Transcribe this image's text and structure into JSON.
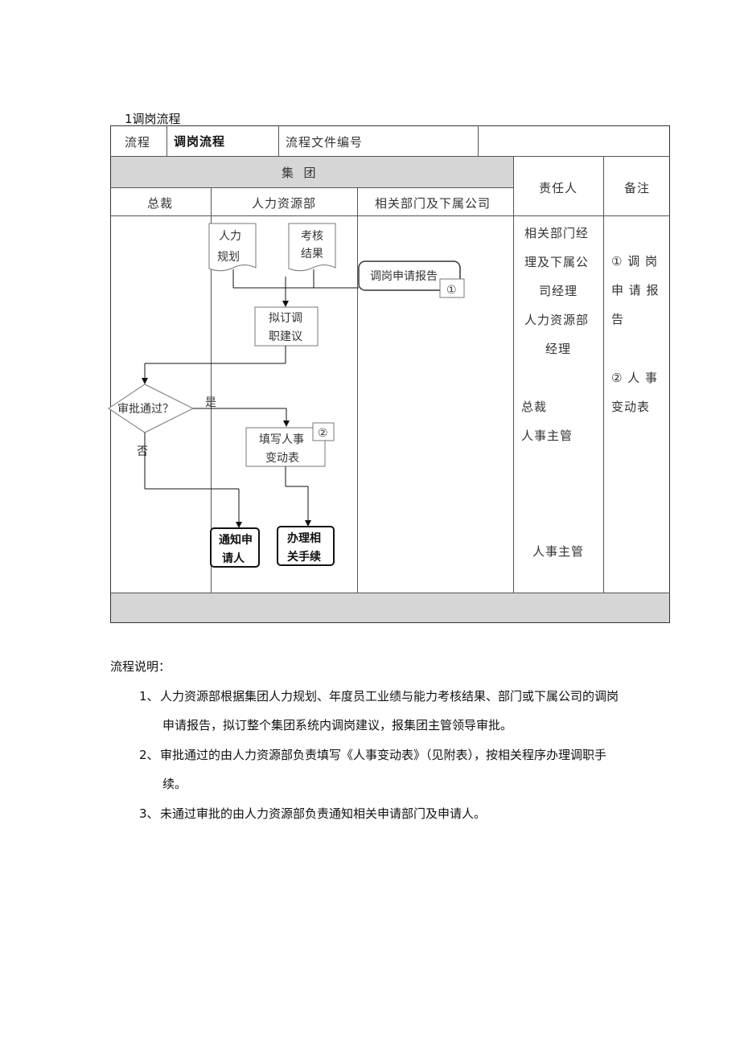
{
  "section_title": "1调岗流程",
  "header": {
    "flow_label": "流程",
    "flow_name": "调岗流程",
    "doc_no_label": "流程文件编号"
  },
  "columns": {
    "group": "集  团",
    "ceo": "总裁",
    "hr": "人力资源部",
    "dept": "相关部门及下属公司",
    "responsible": "责任人",
    "remarks": "备注"
  },
  "flow": {
    "doc_hr_plan": [
      "人力",
      "规划"
    ],
    "doc_assess": [
      "考核",
      "结果"
    ],
    "apply_report": "调岗申请报告",
    "apply_report_no": "①",
    "draft": [
      "拟订调",
      "职建议"
    ],
    "decision": "审批通过？",
    "yes": "是",
    "no": "否",
    "fill_form": [
      "填写人事",
      "变动表"
    ],
    "fill_form_no": "②",
    "notify": [
      "通知申",
      "请人"
    ],
    "handle": [
      "办理相",
      "关手续"
    ]
  },
  "responsible": {
    "r1": [
      "相关部门经",
      "理及下属公",
      "司经理",
      "人力资源部",
      "经理"
    ],
    "r2": [
      "总裁",
      "人事主管"
    ],
    "r3": "人事主管"
  },
  "remarks": {
    "m1": [
      "① 调 岗",
      "申 请 报",
      "告"
    ],
    "m2": [
      "② 人 事",
      "变动表"
    ]
  },
  "description": {
    "title": "流程说明：",
    "items": [
      {
        "no": "1、",
        "lines": [
          "人力资源部根据集团人力规划、年度员工业绩与能力考核结果、部门或下属公司的调岗",
          "申请报告，拟订整个集团系统内调岗建议，报集团主管领导审批。"
        ]
      },
      {
        "no": "2、",
        "lines": [
          "审批通过的由人力资源部负责填写《人事变动表》（见附表），按相关程序办理调职手",
          "续。"
        ]
      },
      {
        "no": "3、",
        "lines": [
          "未通过审批的由人力资源部负责通知相关申请部门及申请人。"
        ]
      }
    ]
  }
}
